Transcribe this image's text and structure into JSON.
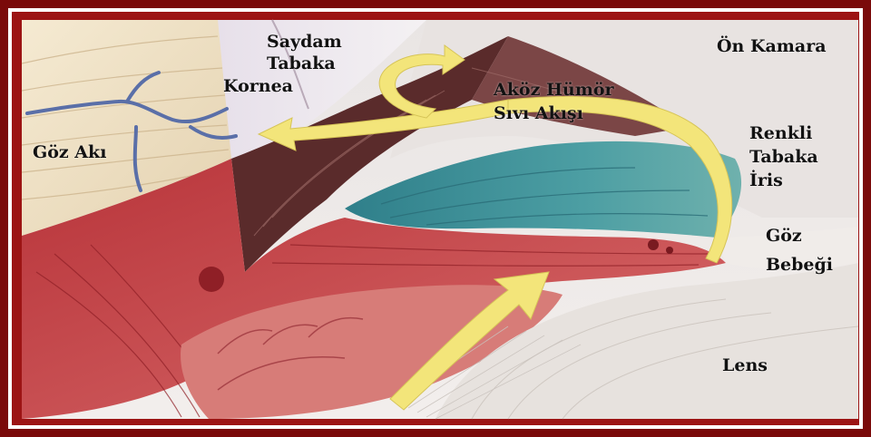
{
  "labels": {
    "saydam_tabaka": [
      "Saydam",
      "Tabaka"
    ],
    "kornea": "Kornea",
    "on_kamara": "Ön Kamara",
    "akoz_humor": [
      "Aköz Hümör",
      "Sıvı Akışı"
    ],
    "goz_aki": "Göz Akı",
    "renkli_tabaka": [
      "Renkli",
      "Tabaka",
      "İris"
    ],
    "goz_bebegi": [
      "Göz",
      "Bebeği"
    ],
    "lens": "Lens"
  },
  "colors": {
    "frame_outer": "#7a0a0a",
    "frame_inner": "#9c1414",
    "flow_arrow": "#f3e57a",
    "iris": "#3f8c93",
    "ciliary": "#c0444a",
    "sclera": "#efe3c8",
    "lens": "#e6e1dc",
    "chamber": "#ece8e6"
  },
  "icons": {
    "flow_arrows": "aqueous-humor-flow-arrows"
  }
}
